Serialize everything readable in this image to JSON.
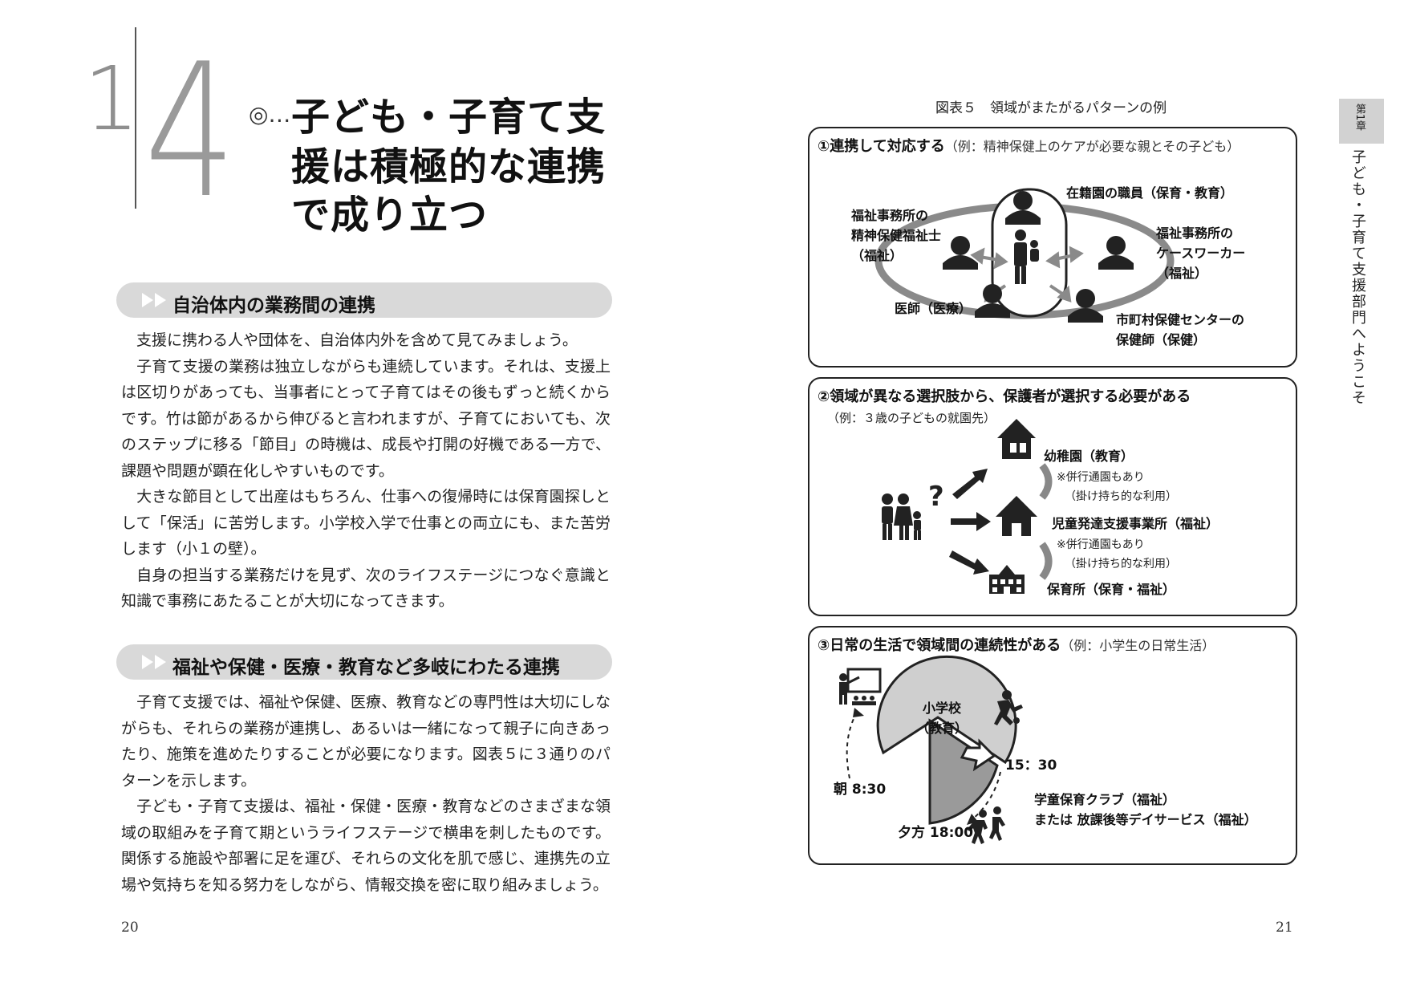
{
  "left_page": {
    "section_major": "1",
    "section_minor": "4",
    "title_mark": "◎…",
    "title_lines": [
      "子ども・子育て支",
      "援は積極的な連携",
      "で成り立つ"
    ],
    "section1": {
      "heading": "自治体内の業務間の連携",
      "paragraphs": [
        "　支援に携わる人や団体を、自治体内外を含めて見てみましょう。",
        "　子育て支援の業務は独立しながらも連続しています。それは、支援上は区切りがあっても、当事者にとって子育てはその後もずっと続くからです。竹は節があるから伸びると言われますが、子育てにおいても、次のステップに移る「節目」の時機は、成長や打開の好機である一方で、課題や問題が顕在化しやすいものです。",
        "　大きな節目として出産はもちろん、仕事への復帰時には保育園探しとして「保活」に苦労します。小学校入学で仕事との両立にも、また苦労します（小１の壁）。",
        "　自身の担当する業務だけを見ず、次のライフステージにつなぐ意識と知識で事務にあたることが大切になってきます。"
      ]
    },
    "section2": {
      "heading": "福祉や保健・医療・教育など多岐にわたる連携",
      "paragraphs": [
        "　子育て支援では、福祉や保健、医療、教育などの専門性は大切にしながらも、それらの業務が連携し、あるいは一緒になって親子に向きあったり、施策を進めたりすることが必要になります。図表５に３通りのパターンを示します。",
        "　子ども・子育て支援は、福祉・保健・医療・教育などのさまざまな領域の取組みを子育て期というライフステージで横串を刺したものです。関係する施設や部署に足を運び、それらの文化を肌で感じ、連携先の立場や気持ちを知る努力をしながら、情報交換を密に取り組みましょう。"
      ]
    },
    "page_number": "20"
  },
  "right_page": {
    "figure_title": "図表５　領域がまたがるパターンの例",
    "panel1": {
      "heading": "①連携して対応する",
      "note": "（例：精神保健上のケアが必要な親とその子ども）",
      "labels": {
        "nursery_staff": "在籍園の職員（保育・教育）",
        "psw_line1": "福祉事務所の",
        "psw_line2": "精神保健福祉士",
        "psw_line3": "（福祉）",
        "caseworker_line1": "福祉事務所の",
        "caseworker_line2": "ケースワーカー",
        "caseworker_line3": "（福祉）",
        "doctor": "医師（医療）",
        "nurse_line1": "市町村保健センターの",
        "nurse_line2": "保健師（保健）"
      }
    },
    "panel2": {
      "heading": "②領域が異なる選択肢から、保護者が選択する必要がある",
      "note": "（例：３歳の子どもの就園先）",
      "kindergarten": "幼稚園（教育）",
      "note_a1": "※併行通園もあり",
      "note_a2": "（掛け持ち的な利用）",
      "development_center": "児童発達支援事業所（福祉）",
      "note_b1": "※併行通園もあり",
      "note_b2": "（掛け持ち的な利用）",
      "nursery": "保育所（保育・福祉）",
      "question": "?"
    },
    "panel3": {
      "heading": "③日常の生活で領域間の連続性がある",
      "note": "（例：小学生の日常生活）",
      "school_line1": "小学校",
      "school_line2": "（教育）",
      "time_morning": "朝 8:30",
      "time_1530": "15：30",
      "time_evening": "夕方 18:00",
      "afterschool_line1": "学童保育クラブ（福祉）",
      "afterschool_line2": "または 放課後等デイサービス（福祉）"
    },
    "side_tab": {
      "chapter": "第1章",
      "title": "子ども・子育て支援部門へようこそ"
    },
    "page_number": "21"
  },
  "colors": {
    "accent_gray": "#d9d9d9",
    "number_gray": "#9a9a9a",
    "figure_gray": "#7a7a7a"
  }
}
